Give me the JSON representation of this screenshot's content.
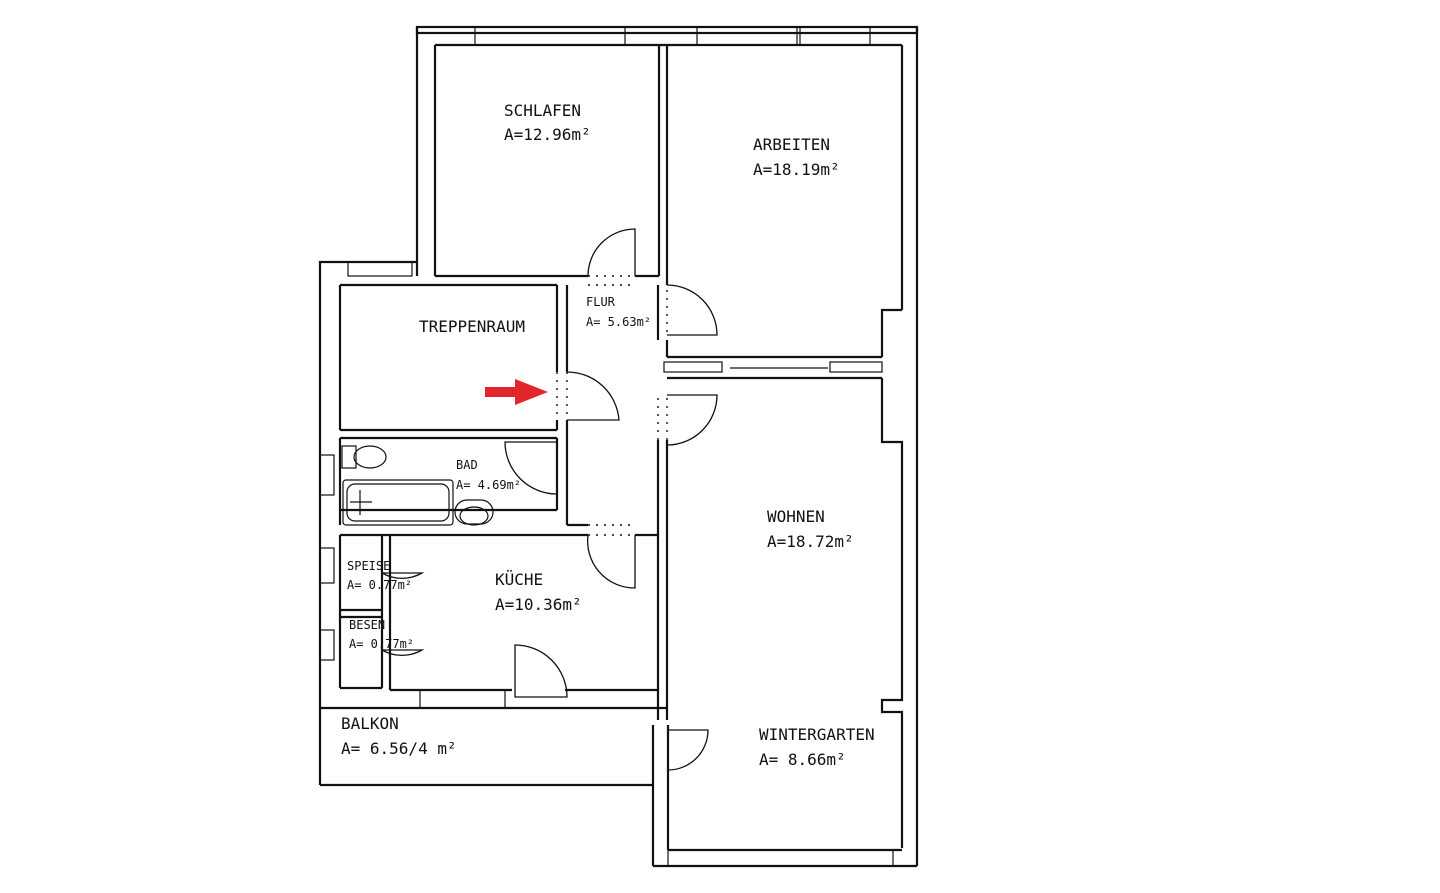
{
  "rooms": [
    {
      "id": "schlafen",
      "name": "SCHLAFEN",
      "area": "A=12.96m²"
    },
    {
      "id": "arbeiten",
      "name": "ARBEITEN",
      "area": "A=18.19m²"
    },
    {
      "id": "flur",
      "name": "FLUR",
      "area": "A= 5.63m²"
    },
    {
      "id": "treppenraum",
      "name": "TREPPENRAUM",
      "area": ""
    },
    {
      "id": "bad",
      "name": "BAD",
      "area": "A= 4.69m²"
    },
    {
      "id": "wohnen",
      "name": "WOHNEN",
      "area": "A=18.72m²"
    },
    {
      "id": "speise",
      "name": "SPEISE",
      "area": "A= 0.77m²"
    },
    {
      "id": "kueche",
      "name": "KÜCHE",
      "area": "A=10.36m²"
    },
    {
      "id": "besen",
      "name": "BESEN",
      "area": "A= 0.77m²"
    },
    {
      "id": "balkon",
      "name": "BALKON",
      "area": "A= 6.56/4 m²"
    },
    {
      "id": "wintergarten",
      "name": "WINTERGARTEN",
      "area": "A= 8.66m²"
    }
  ],
  "colors": {
    "line": "#111111",
    "background": "#ffffff",
    "arrow": "#e3262b"
  },
  "icons": {
    "entrance": "red-arrow-icon"
  }
}
